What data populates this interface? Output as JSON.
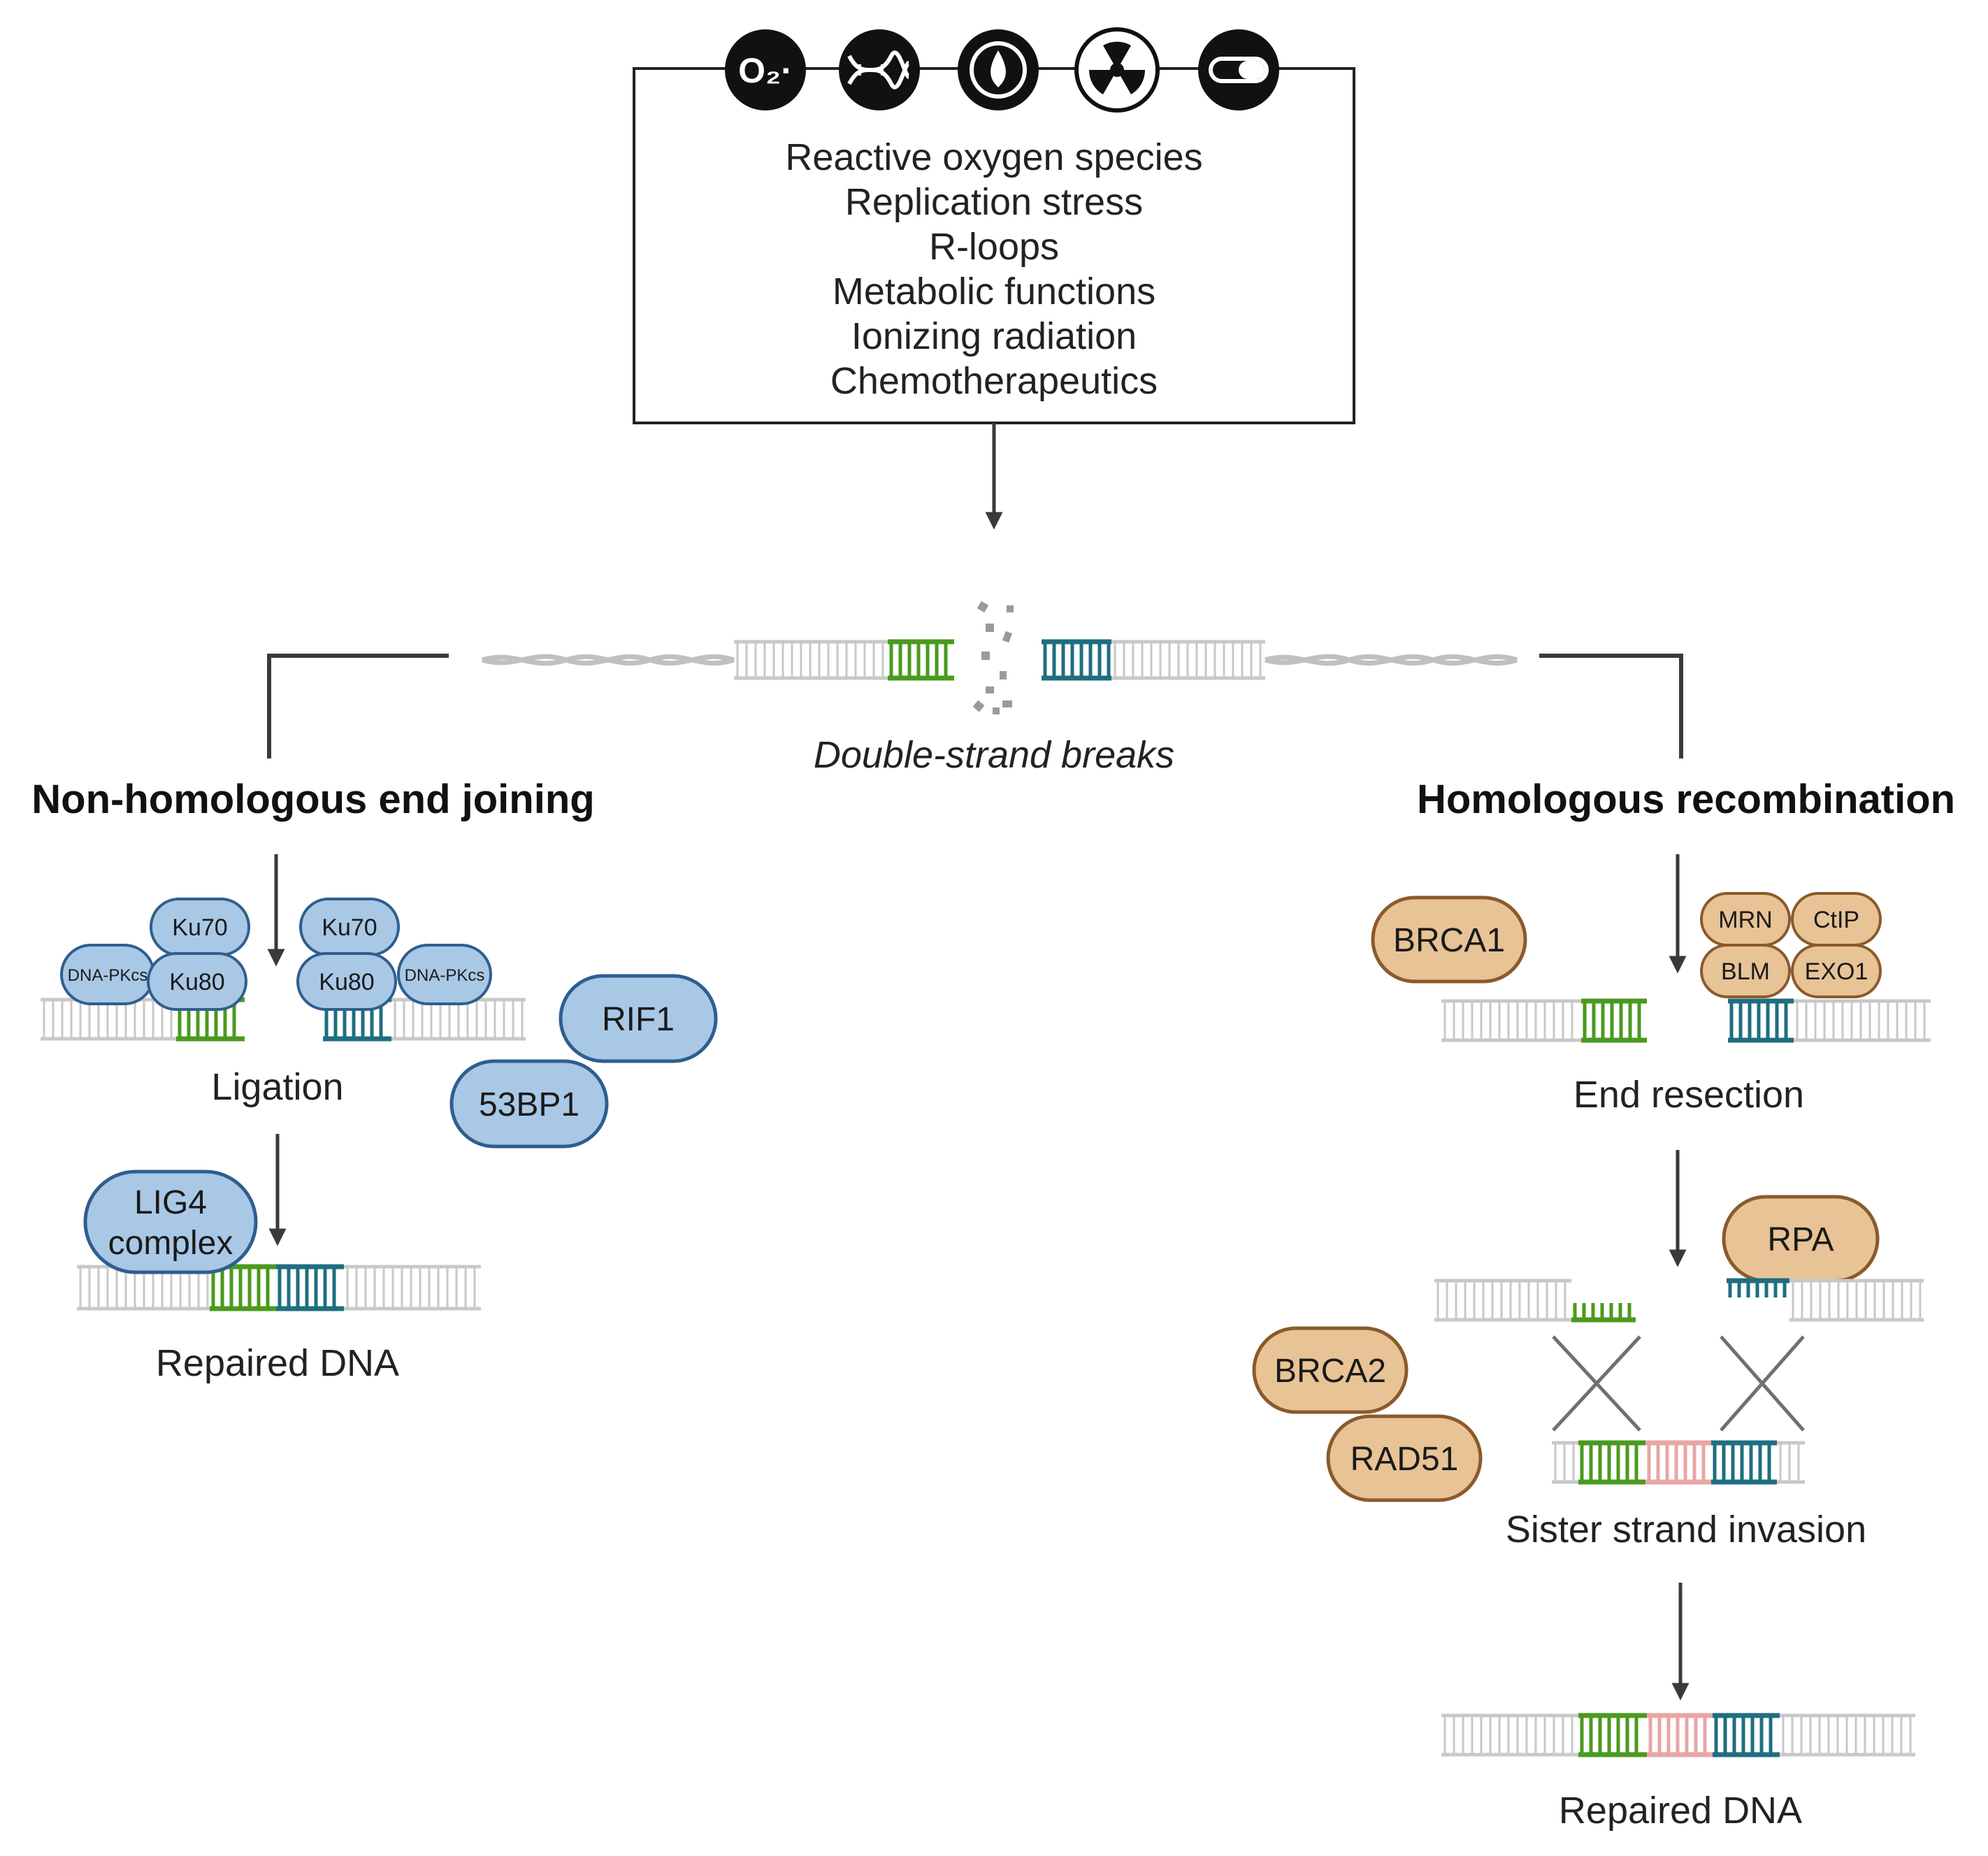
{
  "causes": [
    "Reactive oxygen species",
    "Replication stress",
    "R-loops",
    "Metabolic functions",
    "Ionizing radiation",
    "Chemotherapeutics"
  ],
  "icons": [
    "superoxide-icon",
    "dna-icon",
    "r-loop-icon",
    "radiation-icon",
    "pill-icon"
  ],
  "superoxide_symbol": "O₂·",
  "dsb_label": "Double-strand breaks",
  "nhej": {
    "title": "Non-homologous end joining",
    "ku70": "Ku70",
    "ku80": "Ku80",
    "dnapkcs": "DNA-PKcs",
    "rif1": "RIF1",
    "bp53": "53BP1",
    "ligation": "Ligation",
    "lig4_line1": "LIG4",
    "lig4_line2": "complex",
    "repaired": "Repaired DNA"
  },
  "hr": {
    "title": "Homologous recombination",
    "brca1": "BRCA1",
    "mrn": "MRN",
    "ctip": "CtIP",
    "blm": "BLM",
    "exo1": "EXO1",
    "end_resection": "End resection",
    "rpa": "RPA",
    "brca2": "BRCA2",
    "rad51": "RAD51",
    "sister_invasion": "Sister strand invasion",
    "repaired": "Repaired DNA"
  },
  "colors": {
    "nhej_fill": "#a9c8e6",
    "nhej_stroke": "#2f5e8e",
    "hr_fill": "#e8c396",
    "hr_stroke": "#8b5a2b",
    "green": "#4a9a1e",
    "teal": "#1f6e80",
    "pink": "#e8a6a6",
    "dna_gray": "#c8c8c8",
    "arrow": "#3a3a3a"
  }
}
